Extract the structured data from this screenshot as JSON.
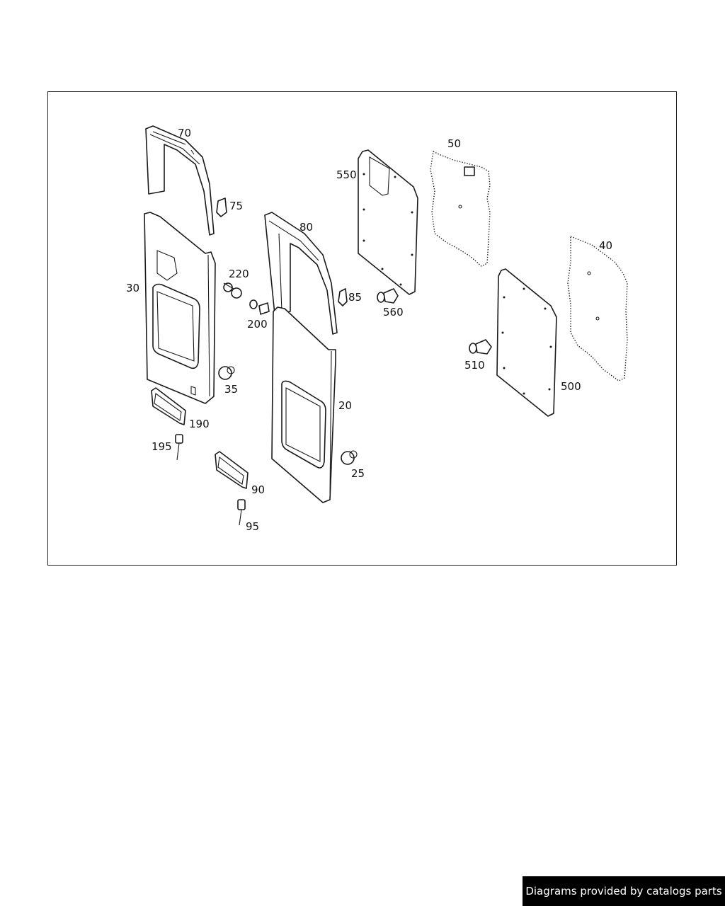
{
  "diagram": {
    "callouts": [
      {
        "id": "70",
        "label": "70"
      },
      {
        "id": "75",
        "label": "75"
      },
      {
        "id": "30",
        "label": "30"
      },
      {
        "id": "220",
        "label": "220"
      },
      {
        "id": "200",
        "label": "200"
      },
      {
        "id": "35",
        "label": "35"
      },
      {
        "id": "190",
        "label": "190"
      },
      {
        "id": "195",
        "label": "195"
      },
      {
        "id": "90",
        "label": "90"
      },
      {
        "id": "95",
        "label": "95"
      },
      {
        "id": "80",
        "label": "80"
      },
      {
        "id": "85",
        "label": "85"
      },
      {
        "id": "20",
        "label": "20"
      },
      {
        "id": "25",
        "label": "25"
      },
      {
        "id": "550",
        "label": "550"
      },
      {
        "id": "560",
        "label": "560"
      },
      {
        "id": "50",
        "label": "50"
      },
      {
        "id": "40",
        "label": "40"
      },
      {
        "id": "510",
        "label": "510"
      },
      {
        "id": "500",
        "label": "500"
      }
    ]
  },
  "footer": {
    "text": "Diagrams provided by catalogs parts"
  },
  "colors": {
    "line": "#1a1a1a",
    "banner_bg": "#000000",
    "banner_text": "#ffffff"
  }
}
